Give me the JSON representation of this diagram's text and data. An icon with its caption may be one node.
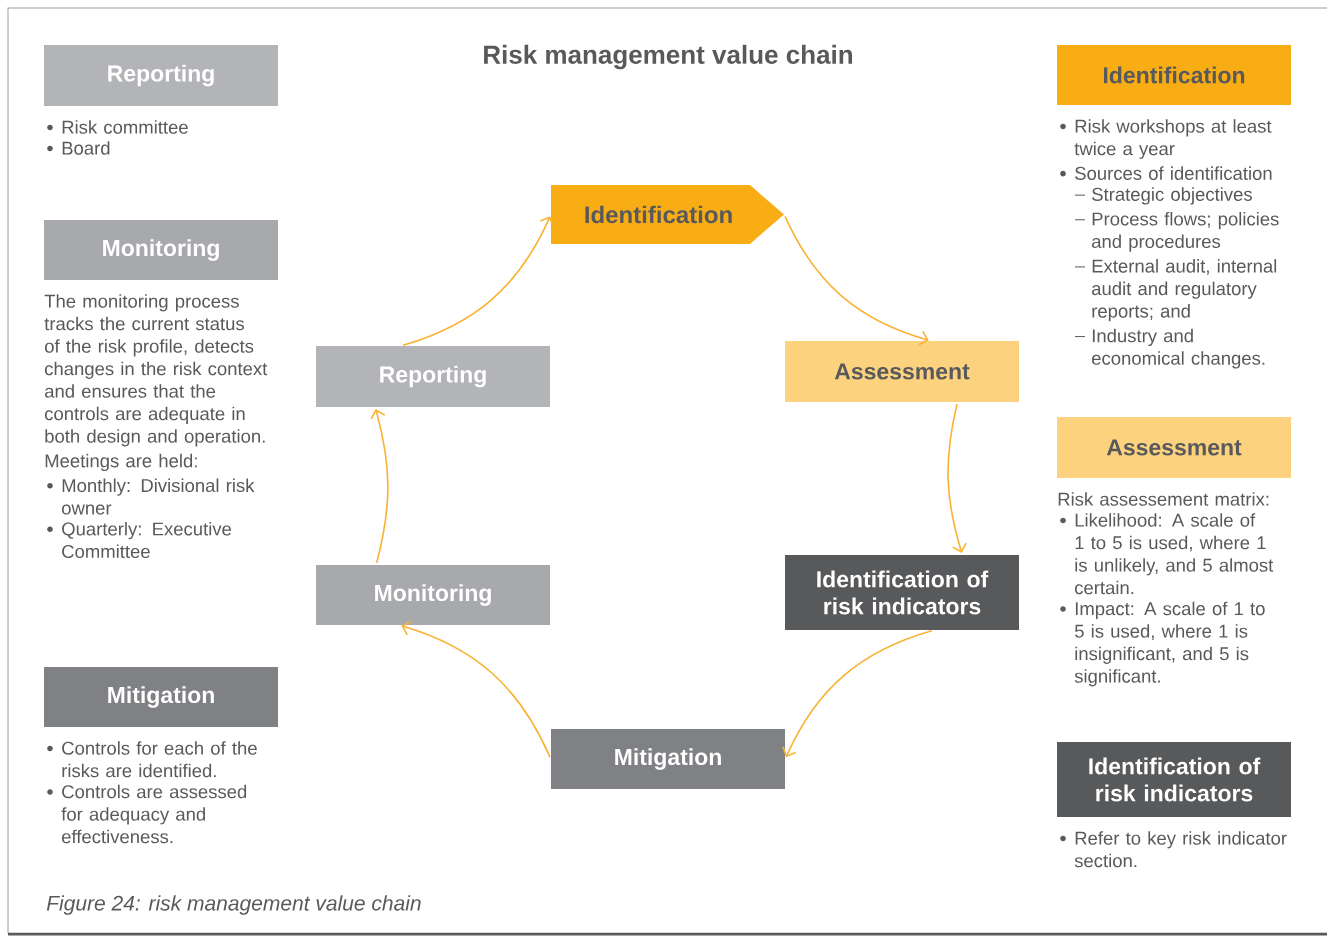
{
  "diagram": {
    "title": "Risk management value chain",
    "caption": "Figure 24: risk management value chain",
    "nodes": [
      {
        "text": [
          "Reporting"
        ],
        "beside": [
          "Risk committee",
          "Board"
        ]
      },
      {
        "text": [
          "Monitoring"
        ],
        "beside": [
          "The monitoring process tracks the current status of the risk profile, detects changes in the risk context and ensures that the controls are adequate in both design and operation.",
          "Meetings are held:",
          "Monthly: Divisional risk owner",
          "Quarterly: Executive Committee"
        ]
      },
      {
        "text": [
          "Mitigation"
        ],
        "beside": [
          "Controls for each of the risks are identified.",
          "Controls are assessed for adequacy and effectiveness."
        ]
      },
      {
        "text": [
          "Identification"
        ]
      },
      {
        "text": [
          "Assessment"
        ]
      },
      {
        "text": [
          "Identification of risk indicators"
        ]
      },
      {
        "text": [
          "Mitigation"
        ]
      },
      {
        "text": [
          "Monitoring"
        ]
      },
      {
        "text": [
          "Reporting"
        ]
      },
      {
        "text": [
          "Identification"
        ],
        "beside": [
          "Risk workshops at least twice a year",
          "Sources of identification",
          "Strategic objectives",
          "Process flows; policies and procedures",
          "External audit, internal audit and regulatory reports; and",
          "Industry and economical changes."
        ]
      },
      {
        "text": [
          "Assessment"
        ],
        "beside": [
          "Risk assessement matrix:",
          "Likelihood: A scale of 1 to 5 is used, where 1 is unlikely, and 5 almost certain.",
          "Impact: A scale of 1 to 5 is used, where 1 is insignificant, and 5 is significant."
        ]
      },
      {
        "text": [
          "Identification of risk indicators"
        ],
        "beside": [
          "Refer to key risk indicator section."
        ]
      }
    ],
    "edges": [
      {
        "from": 3,
        "to": 4,
        "arrow": "to"
      },
      {
        "from": 4,
        "to": 5,
        "arrow": "to"
      },
      {
        "from": 5,
        "to": 6,
        "arrow": "to"
      },
      {
        "from": 6,
        "to": 7,
        "arrow": "to"
      },
      {
        "from": 7,
        "to": 8,
        "arrow": "to"
      },
      {
        "from": 8,
        "to": 3,
        "arrow": "to"
      }
    ]
  }
}
